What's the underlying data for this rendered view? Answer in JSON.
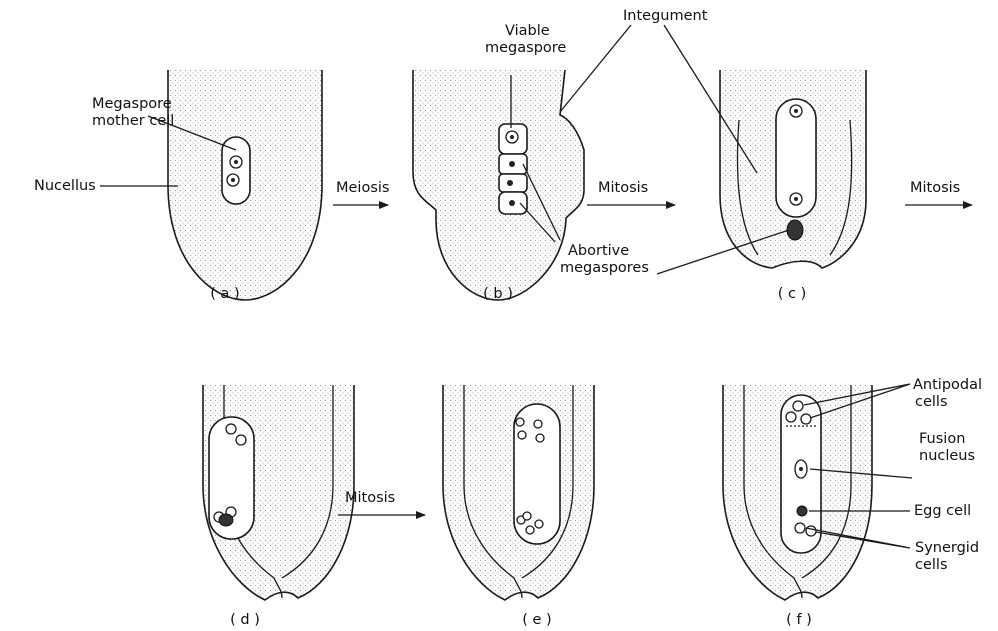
{
  "stages": {
    "a": {
      "caption": "( a )",
      "labels": {
        "mother_cell": "Megaspore\nmother cell",
        "nucellus": "Nucellus"
      }
    },
    "b": {
      "caption": "( b )",
      "labels": {
        "viable": "Viable\nmegaspore",
        "abortive": "Abortive\nmegaspores"
      }
    },
    "c": {
      "caption": "( c )",
      "labels": {
        "integument": "Integument"
      }
    },
    "d": {
      "caption": "( d )"
    },
    "e": {
      "caption": "( e )"
    },
    "f": {
      "caption": "( f )",
      "labels": {
        "antipodal": "Antipodal\ncells",
        "fusion": "Fusion\nnucleus",
        "egg": "Egg cell",
        "synergid": "Synergid\ncells"
      }
    }
  },
  "arrows": {
    "a_to_b": "Meiosis",
    "b_to_c": "Mitosis",
    "c_to_next": "Mitosis",
    "d_to_e": "Mitosis"
  }
}
